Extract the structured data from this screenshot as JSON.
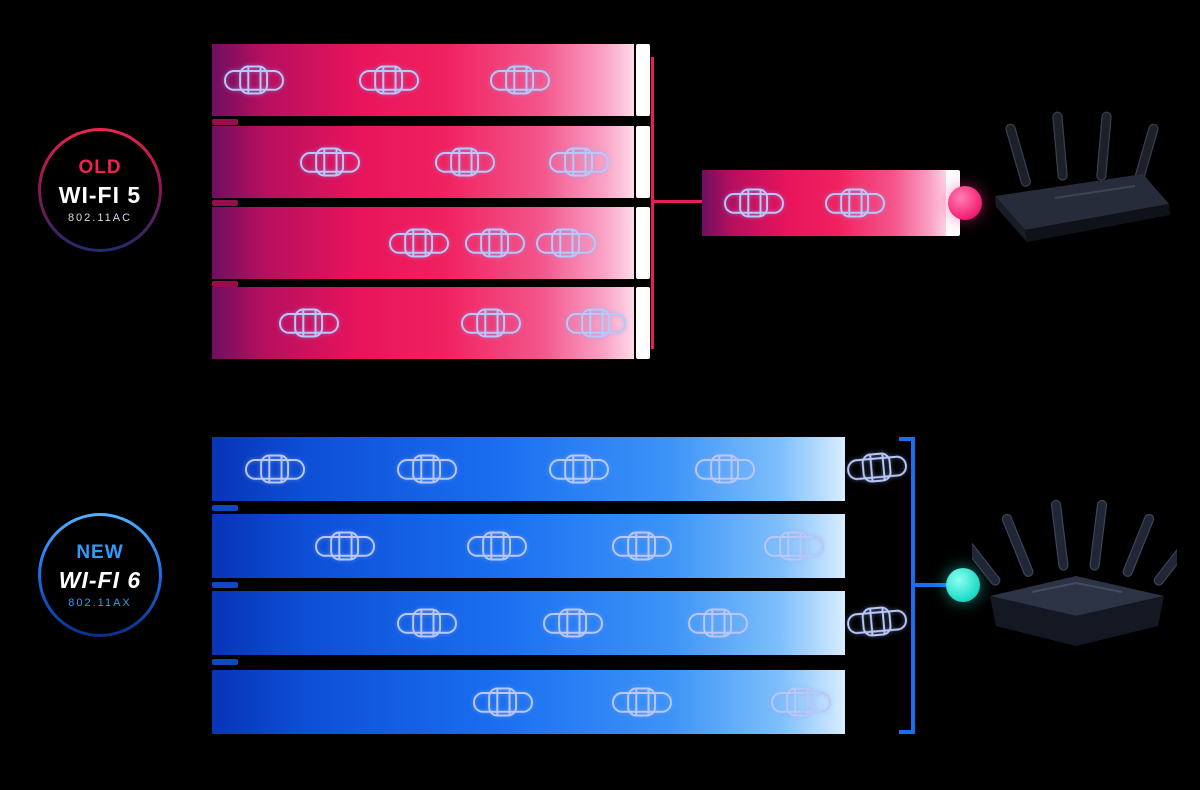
{
  "canvas": {
    "background": "#000000"
  },
  "wifi5": {
    "section_name": "old-wifi5",
    "badge": {
      "tag": "OLD",
      "title": "WI-FI 5",
      "standard": "802.11AC"
    },
    "accent_color": "#ee1b5c",
    "dot_color": "#f21b70",
    "router_icon": "wifi5-router-icon",
    "lanes": [
      {
        "name": "lane-1",
        "car_positions_pct": [
          10,
          42,
          73
        ]
      },
      {
        "name": "lane-2",
        "car_positions_pct": [
          28,
          60,
          87
        ]
      },
      {
        "name": "lane-3",
        "car_positions_pct": [
          49,
          67,
          84
        ]
      },
      {
        "name": "lane-4",
        "car_positions_pct": [
          23,
          66,
          91
        ]
      }
    ],
    "output_lane": {
      "name": "shared-output-lane",
      "car_positions_pct": [
        21,
        62
      ]
    }
  },
  "wifi6": {
    "section_name": "new-wifi6",
    "badge": {
      "tag": "NEW",
      "title": "WI-FI 6",
      "standard": "802.11AX"
    },
    "accent_color": "#1b6ef0",
    "dot_color": "#17d9c4",
    "router_icon": "wifi6-router-icon",
    "lanes": [
      {
        "name": "lane-1",
        "car_positions_pct": [
          10,
          34,
          58,
          81
        ]
      },
      {
        "name": "lane-2",
        "car_positions_pct": [
          21,
          45,
          68,
          92
        ]
      },
      {
        "name": "lane-3",
        "car_positions_pct": [
          34,
          57,
          80
        ]
      },
      {
        "name": "lane-4",
        "car_positions_pct": [
          46,
          68,
          93
        ]
      }
    ],
    "exiting_cars": 2
  }
}
